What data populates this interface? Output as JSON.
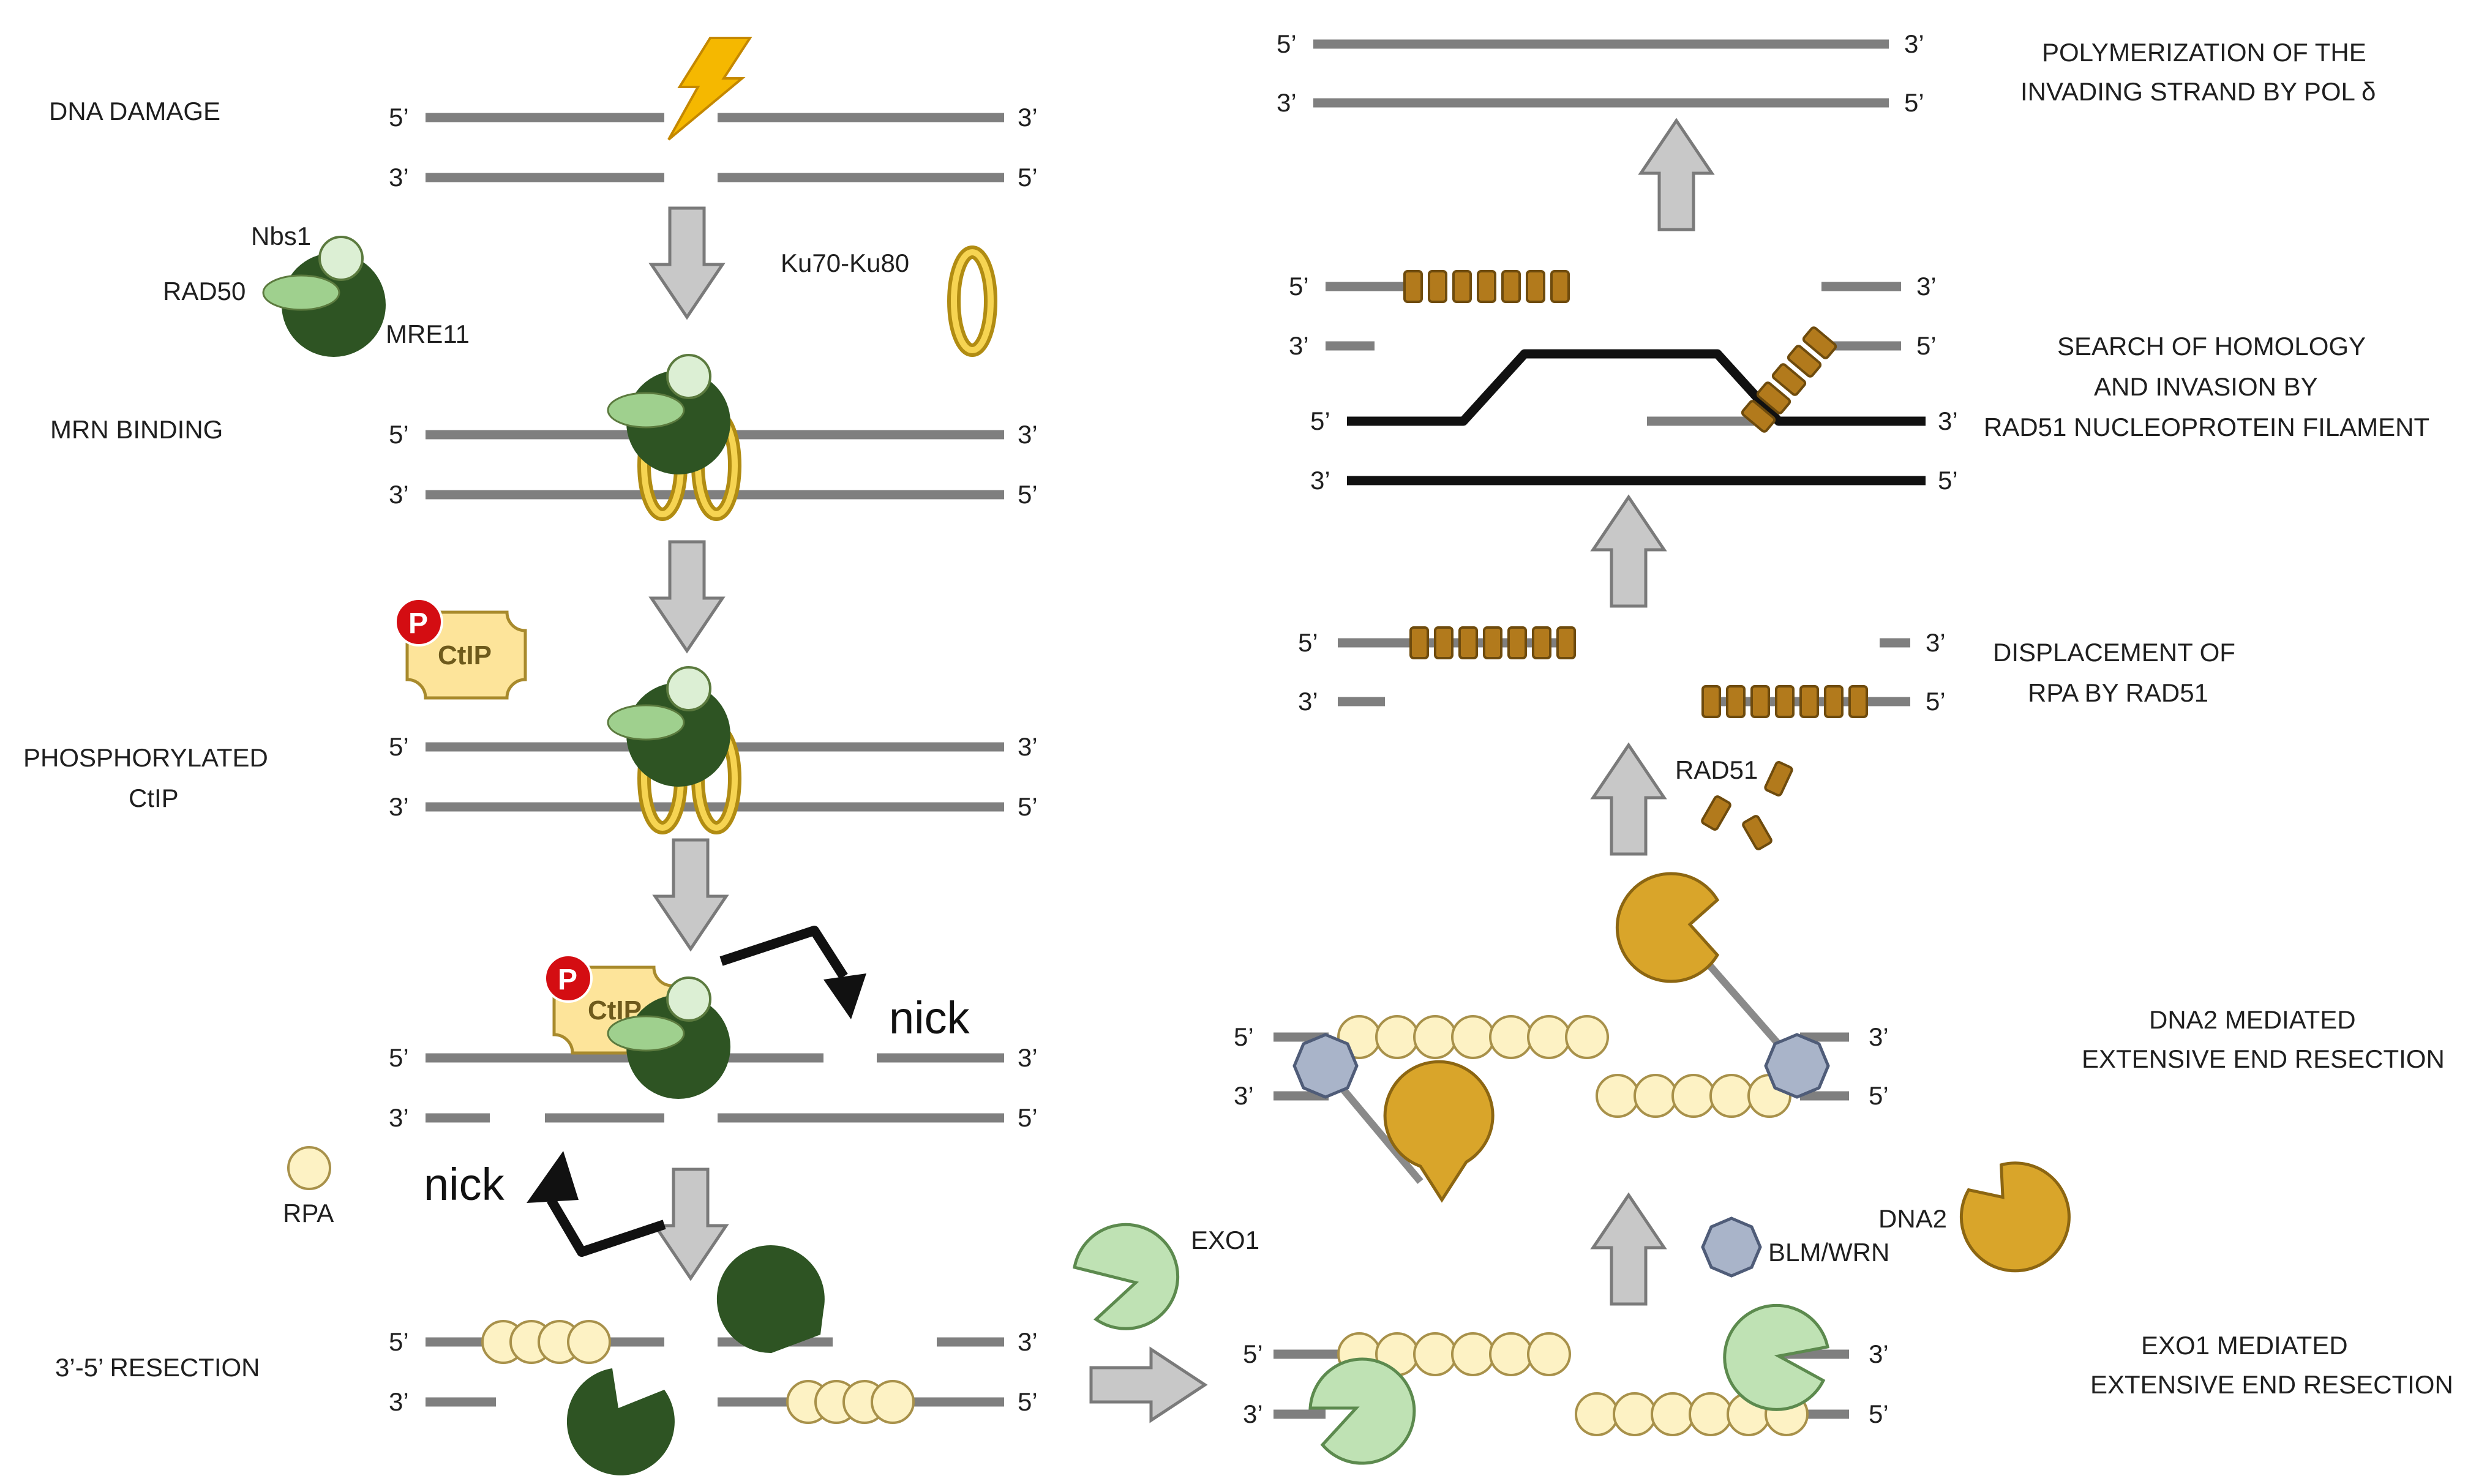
{
  "labels": {
    "dna_damage": "DNA DAMAGE",
    "mrn_binding": "MRN BINDING",
    "phosphorylated_1": "PHOSPHORYLATED",
    "phosphorylated_2": "CtIP",
    "resection_35": "3’-5’ RESECTION",
    "nbs1": "Nbs1",
    "rad50": "RAD50",
    "mre11": "MRE11",
    "ku": "Ku70-Ku80",
    "ctip": "CtIP",
    "p": "P",
    "rpa": "RPA",
    "nick": "nick",
    "exo1": "EXO1",
    "blm_wrn": "BLM/WRN",
    "dna2": "DNA2",
    "rad51": "RAD51",
    "exo1_mediated_1": "EXO1 MEDIATED",
    "exo1_mediated_2": "EXTENSIVE END RESECTION",
    "dna2_mediated_1": "DNA2 MEDIATED",
    "dna2_mediated_2": "EXTENSIVE END RESECTION",
    "displacement_1": "DISPLACEMENT OF",
    "displacement_2": "RPA BY RAD51",
    "search_1": "SEARCH OF HOMOLOGY",
    "search_2": "AND INVASION BY",
    "search_3": "RAD51 NUCLEOPROTEIN FILAMENT",
    "polymerization_1": "POLYMERIZATION OF THE",
    "polymerization_2": "INVADING STRAND BY POL δ"
  },
  "ends": {
    "five": "5’",
    "three": "3’"
  },
  "colors": {
    "dna_strand": "#7f7f7f",
    "homologous_dna": "#111111",
    "mre11": "#2e5423",
    "rad50": "#9fd08e",
    "nbs1": "#dcefd4",
    "ku": "#f6d452",
    "ctip": "#fde49a",
    "phospho": "#d40d12",
    "rpa": "#fdf2c4",
    "rad51": "#b27a1c",
    "exo1": "#bfe2b4",
    "dna2": "#d9a52a",
    "blm_wrn": "#a9b4c9",
    "lightning": "#f5b800"
  }
}
